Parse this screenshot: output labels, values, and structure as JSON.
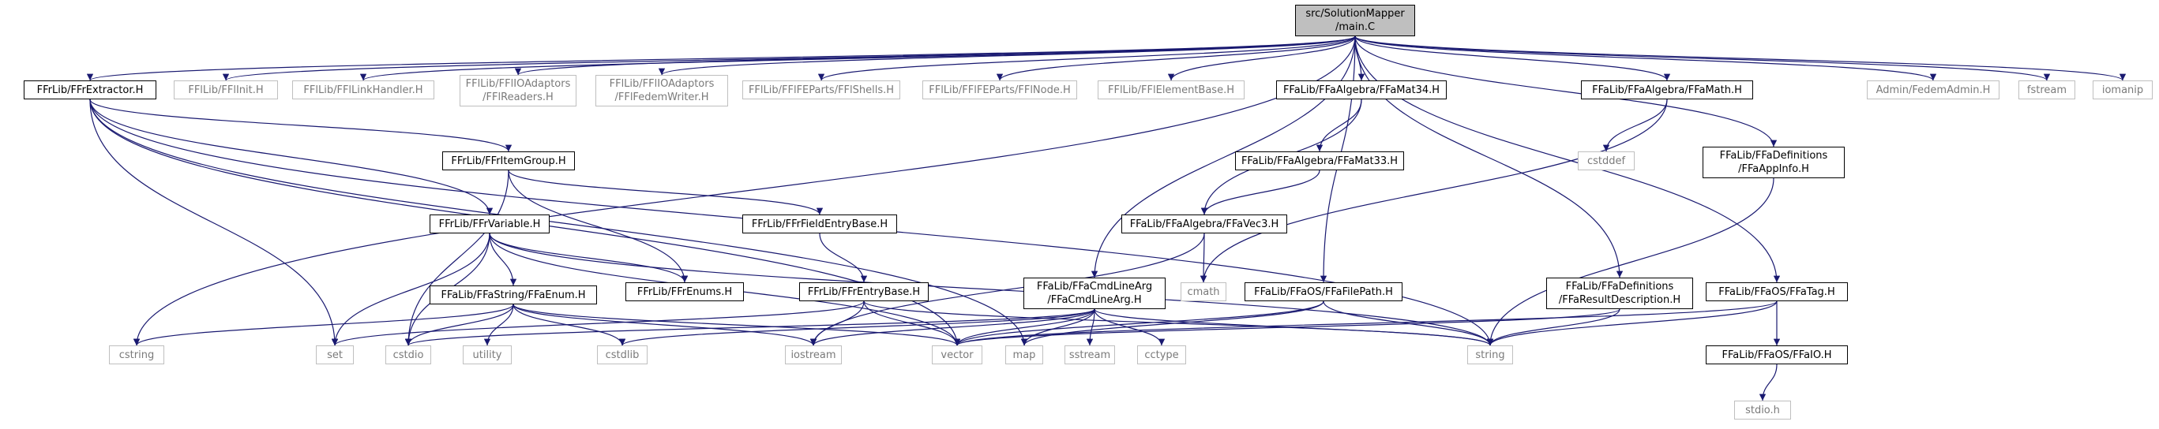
{
  "diagram": {
    "nodes": [
      {
        "id": "main",
        "lines": [
          "src/SolutionMapper",
          "/main.C"
        ],
        "kind": "root"
      },
      {
        "id": "ffr_extractor",
        "lines": [
          "FFrLib/FFrExtractor.H"
        ],
        "kind": "doc"
      },
      {
        "id": "ffl_init",
        "lines": [
          "FFlLib/FFlInit.H"
        ],
        "kind": "ext"
      },
      {
        "id": "ffl_linkhandler",
        "lines": [
          "FFlLib/FFlLinkHandler.H"
        ],
        "kind": "ext"
      },
      {
        "id": "ffl_readers",
        "lines": [
          "FFlLib/FFlIOAdaptors",
          "/FFlReaders.H"
        ],
        "kind": "ext"
      },
      {
        "id": "ffl_fedemwriter",
        "lines": [
          "FFlLib/FFlIOAdaptors",
          "/FFlFedemWriter.H"
        ],
        "kind": "ext"
      },
      {
        "id": "ffl_shells",
        "lines": [
          "FFlLib/FFlFEParts/FFlShells.H"
        ],
        "kind": "ext"
      },
      {
        "id": "ffl_node",
        "lines": [
          "FFlLib/FFlFEParts/FFlNode.H"
        ],
        "kind": "ext"
      },
      {
        "id": "ffl_elementbase",
        "lines": [
          "FFlLib/FFlElementBase.H"
        ],
        "kind": "ext"
      },
      {
        "id": "ffa_mat34",
        "lines": [
          "FFaLib/FFaAlgebra/FFaMat34.H"
        ],
        "kind": "doc"
      },
      {
        "id": "ffa_math",
        "lines": [
          "FFaLib/FFaAlgebra/FFaMath.H"
        ],
        "kind": "doc"
      },
      {
        "id": "fedemadmin",
        "lines": [
          "Admin/FedemAdmin.H"
        ],
        "kind": "ext"
      },
      {
        "id": "fstream",
        "lines": [
          "fstream"
        ],
        "kind": "ext"
      },
      {
        "id": "iomanip",
        "lines": [
          "iomanip"
        ],
        "kind": "ext"
      },
      {
        "id": "ffr_itemgroup",
        "lines": [
          "FFrLib/FFrItemGroup.H"
        ],
        "kind": "doc"
      },
      {
        "id": "ffa_mat33",
        "lines": [
          "FFaLib/FFaAlgebra/FFaMat33.H"
        ],
        "kind": "doc"
      },
      {
        "id": "cstddef",
        "lines": [
          "cstddef"
        ],
        "kind": "ext"
      },
      {
        "id": "ffa_appinfo",
        "lines": [
          "FFaLib/FFaDefinitions",
          "/FFaAppInfo.H"
        ],
        "kind": "doc"
      },
      {
        "id": "ffr_variable",
        "lines": [
          "FFrLib/FFrVariable.H"
        ],
        "kind": "doc"
      },
      {
        "id": "ffr_fieldentrybase",
        "lines": [
          "FFrLib/FFrFieldEntryBase.H"
        ],
        "kind": "doc"
      },
      {
        "id": "ffa_vec3",
        "lines": [
          "FFaLib/FFaAlgebra/FFaVec3.H"
        ],
        "kind": "doc"
      },
      {
        "id": "ffa_enum",
        "lines": [
          "FFaLib/FFaString/FFaEnum.H"
        ],
        "kind": "doc"
      },
      {
        "id": "ffr_enums",
        "lines": [
          "FFrLib/FFrEnums.H"
        ],
        "kind": "doc"
      },
      {
        "id": "ffr_entrybase",
        "lines": [
          "FFrLib/FFrEntryBase.H"
        ],
        "kind": "doc"
      },
      {
        "id": "ffa_cmdlinearg",
        "lines": [
          "FFaLib/FFaCmdLineArg",
          "/FFaCmdLineArg.H"
        ],
        "kind": "doc"
      },
      {
        "id": "cmath",
        "lines": [
          "cmath"
        ],
        "kind": "ext"
      },
      {
        "id": "ffa_filepath",
        "lines": [
          "FFaLib/FFaOS/FFaFilePath.H"
        ],
        "kind": "doc"
      },
      {
        "id": "ffa_resultdesc",
        "lines": [
          "FFaLib/FFaDefinitions",
          "/FFaResultDescription.H"
        ],
        "kind": "doc"
      },
      {
        "id": "ffa_tag",
        "lines": [
          "FFaLib/FFaOS/FFaTag.H"
        ],
        "kind": "doc"
      },
      {
        "id": "cstring",
        "lines": [
          "cstring"
        ],
        "kind": "ext"
      },
      {
        "id": "set",
        "lines": [
          "set"
        ],
        "kind": "ext"
      },
      {
        "id": "cstdio",
        "lines": [
          "cstdio"
        ],
        "kind": "ext"
      },
      {
        "id": "utility",
        "lines": [
          "utility"
        ],
        "kind": "ext"
      },
      {
        "id": "cstdlib",
        "lines": [
          "cstdlib"
        ],
        "kind": "ext"
      },
      {
        "id": "iostream",
        "lines": [
          "iostream"
        ],
        "kind": "ext"
      },
      {
        "id": "vector",
        "lines": [
          "vector"
        ],
        "kind": "ext"
      },
      {
        "id": "map",
        "lines": [
          "map"
        ],
        "kind": "ext"
      },
      {
        "id": "sstream",
        "lines": [
          "sstream"
        ],
        "kind": "ext"
      },
      {
        "id": "cctype",
        "lines": [
          "cctype"
        ],
        "kind": "ext"
      },
      {
        "id": "string",
        "lines": [
          "string"
        ],
        "kind": "ext"
      },
      {
        "id": "ffa_io",
        "lines": [
          "FFaLib/FFaOS/FFaIO.H"
        ],
        "kind": "doc"
      },
      {
        "id": "stdio_h",
        "lines": [
          "stdio.h"
        ],
        "kind": "ext"
      }
    ],
    "edges": [
      [
        "main",
        "ffr_extractor"
      ],
      [
        "main",
        "ffl_init"
      ],
      [
        "main",
        "ffl_linkhandler"
      ],
      [
        "main",
        "ffl_readers"
      ],
      [
        "main",
        "ffl_fedemwriter"
      ],
      [
        "main",
        "ffl_shells"
      ],
      [
        "main",
        "ffl_node"
      ],
      [
        "main",
        "ffl_elementbase"
      ],
      [
        "main",
        "ffa_mat34"
      ],
      [
        "main",
        "ffa_math"
      ],
      [
        "main",
        "fedemadmin"
      ],
      [
        "main",
        "fstream"
      ],
      [
        "main",
        "iomanip"
      ],
      [
        "main",
        "ffa_appinfo"
      ],
      [
        "main",
        "ffa_cmdlinearg"
      ],
      [
        "main",
        "ffa_filepath"
      ],
      [
        "main",
        "ffa_resultdesc"
      ],
      [
        "main",
        "ffa_tag"
      ],
      [
        "main",
        "cstring"
      ],
      [
        "ffr_extractor",
        "ffr_itemgroup"
      ],
      [
        "ffr_extractor",
        "ffr_variable"
      ],
      [
        "ffr_extractor",
        "set"
      ],
      [
        "ffr_extractor",
        "vector"
      ],
      [
        "ffr_extractor",
        "map"
      ],
      [
        "ffr_extractor",
        "string"
      ],
      [
        "ffr_itemgroup",
        "ffr_fieldentrybase"
      ],
      [
        "ffr_itemgroup",
        "ffr_enums"
      ],
      [
        "ffr_itemgroup",
        "cstdio"
      ],
      [
        "ffr_variable",
        "ffa_enum"
      ],
      [
        "ffr_variable",
        "ffr_enums"
      ],
      [
        "ffr_variable",
        "set"
      ],
      [
        "ffr_variable",
        "cstdio"
      ],
      [
        "ffr_variable",
        "string"
      ],
      [
        "ffr_variable",
        "vector"
      ],
      [
        "ffr_fieldentrybase",
        "ffr_entrybase"
      ],
      [
        "ffr_entrybase",
        "set"
      ],
      [
        "ffr_entrybase",
        "iostream"
      ],
      [
        "ffr_entrybase",
        "vector"
      ],
      [
        "ffr_entrybase",
        "string"
      ],
      [
        "ffa_enum",
        "cstring"
      ],
      [
        "ffa_enum",
        "cstdio"
      ],
      [
        "ffa_enum",
        "utility"
      ],
      [
        "ffa_enum",
        "cstdlib"
      ],
      [
        "ffa_enum",
        "iostream"
      ],
      [
        "ffa_enum",
        "vector"
      ],
      [
        "ffa_mat34",
        "ffa_mat33"
      ],
      [
        "ffa_mat34",
        "ffa_vec3"
      ],
      [
        "ffa_mat33",
        "ffa_vec3"
      ],
      [
        "ffa_vec3",
        "iostream"
      ],
      [
        "ffa_vec3",
        "cmath"
      ],
      [
        "ffa_math",
        "cstddef"
      ],
      [
        "ffa_math",
        "cmath"
      ],
      [
        "ffa_appinfo",
        "string"
      ],
      [
        "ffa_cmdlinearg",
        "cstdio"
      ],
      [
        "ffa_cmdlinearg",
        "cstdlib"
      ],
      [
        "ffa_cmdlinearg",
        "iostream"
      ],
      [
        "ffa_cmdlinearg",
        "vector"
      ],
      [
        "ffa_cmdlinearg",
        "map"
      ],
      [
        "ffa_cmdlinearg",
        "sstream"
      ],
      [
        "ffa_cmdlinearg",
        "cctype"
      ],
      [
        "ffa_cmdlinearg",
        "string"
      ],
      [
        "ffa_filepath",
        "vector"
      ],
      [
        "ffa_filepath",
        "map"
      ],
      [
        "ffa_filepath",
        "string"
      ],
      [
        "ffa_resultdesc",
        "vector"
      ],
      [
        "ffa_resultdesc",
        "string"
      ],
      [
        "ffa_tag",
        "vector"
      ],
      [
        "ffa_tag",
        "string"
      ],
      [
        "ffa_tag",
        "ffa_io"
      ],
      [
        "ffa_io",
        "stdio_h"
      ]
    ]
  }
}
